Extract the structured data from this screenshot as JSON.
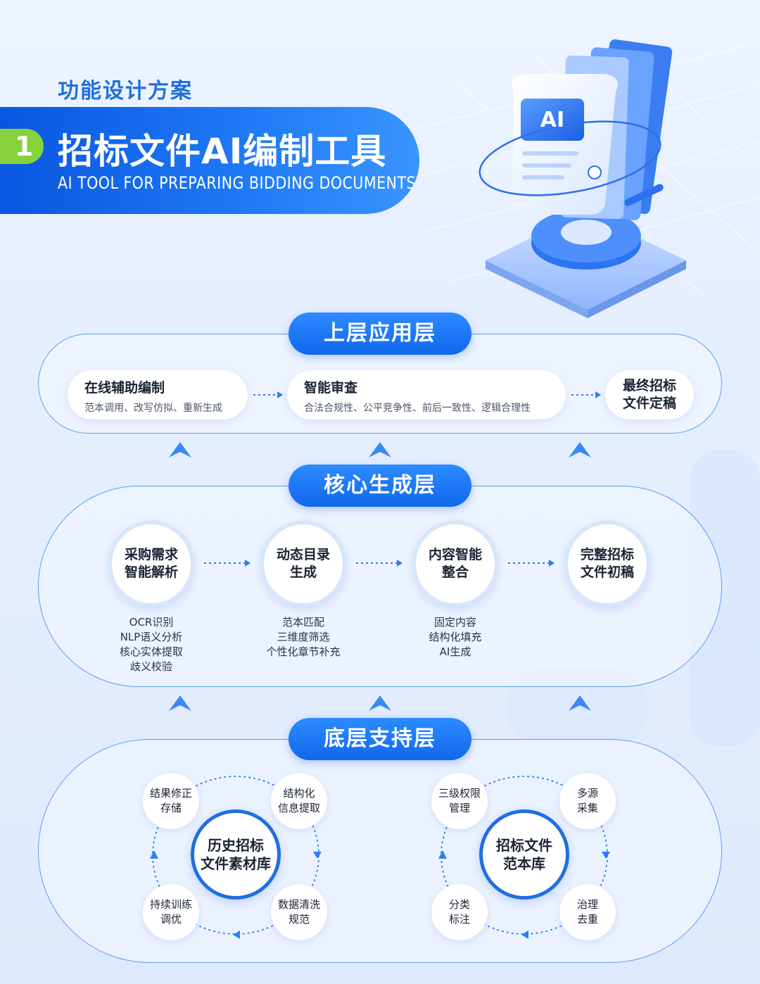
{
  "header": {
    "kicker": "功能设计方案",
    "number": "1",
    "title": "招标文件AI编制工具",
    "subtitle": "AI TOOL FOR PREPARING BIDDING DOCUMENTS",
    "illustration_label": "AI"
  },
  "colors": {
    "primary": "#1068ec",
    "accent_green": "#86d23a",
    "frame_line": "#5d9cf5"
  },
  "top_layer": {
    "label": "上层应用层",
    "cards": [
      {
        "title": "在线辅助编制",
        "desc": "范本调用、改写仿拟、重新生成"
      },
      {
        "title": "智能审查",
        "desc": "合法合规性、公平竞争性、前后一致性、逻辑合理性"
      }
    ],
    "final": [
      "最终招标",
      "文件定稿"
    ]
  },
  "core_layer": {
    "label": "核心生成层",
    "steps": [
      {
        "name": [
          "采购需求",
          "智能解析"
        ],
        "notes": [
          "OCR识别",
          "NLP语义分析",
          "核心实体提取",
          "歧义校验"
        ]
      },
      {
        "name": [
          "动态目录",
          "生成"
        ],
        "notes": [
          "范本匹配",
          "三维度筛选",
          "个性化章节补充"
        ]
      },
      {
        "name": [
          "内容智能",
          "整合"
        ],
        "notes": [
          "固定内容",
          "结构化填充",
          "AI生成"
        ]
      },
      {
        "name": [
          "完整招标",
          "文件初稿"
        ],
        "notes": []
      }
    ]
  },
  "bottom_layer": {
    "label": "底层支持层",
    "cycles": [
      {
        "center": [
          "历史招标",
          "文件素材库"
        ],
        "nodes": [
          [
            "结果修正",
            "存储"
          ],
          [
            "结构化",
            "信息提取"
          ],
          [
            "数据清洗",
            "规范"
          ],
          [
            "持续训练",
            "调优"
          ]
        ]
      },
      {
        "center": [
          "招标文件",
          "范本库"
        ],
        "nodes": [
          [
            "三级权限",
            "管理"
          ],
          [
            "多源",
            "采集"
          ],
          [
            "治理",
            "去重"
          ],
          [
            "分类",
            "标注"
          ]
        ]
      }
    ]
  }
}
